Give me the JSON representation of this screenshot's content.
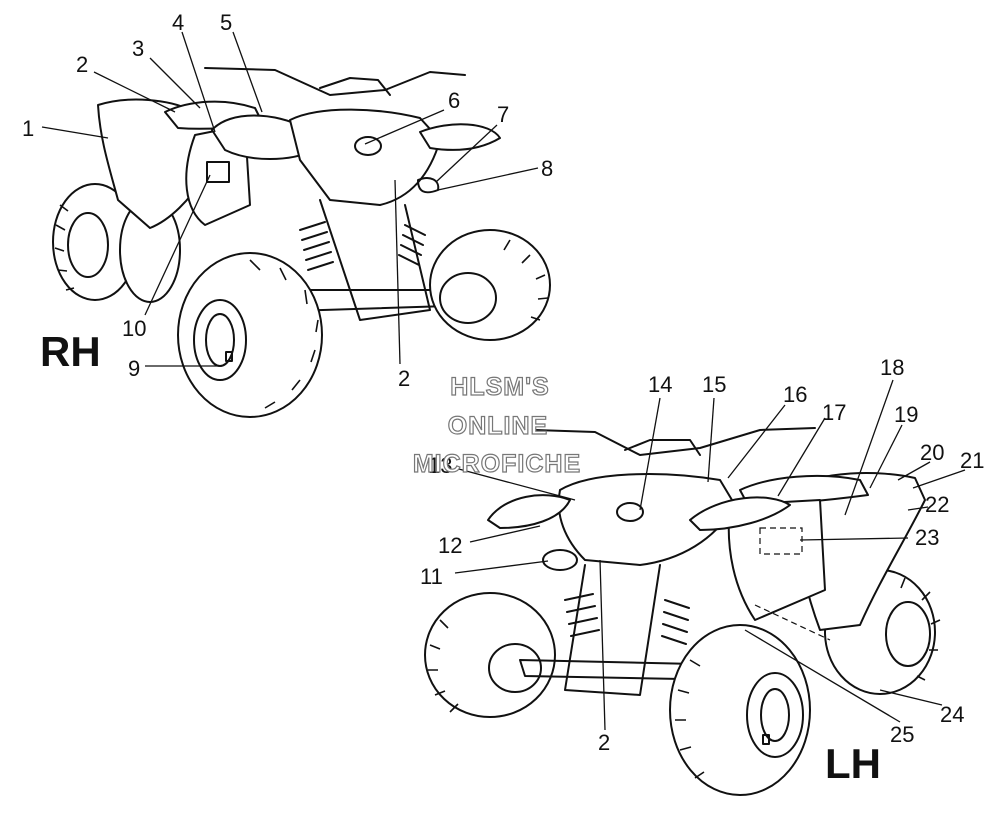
{
  "views": {
    "rh": {
      "label": "RH"
    },
    "lh": {
      "label": "LH"
    }
  },
  "callouts": {
    "c1": "1",
    "c2": "2",
    "c3": "3",
    "c4": "4",
    "c5": "5",
    "c6": "6",
    "c7": "7",
    "c8": "8",
    "c9": "9",
    "c10": "10",
    "c2b": "2",
    "c2c": "2",
    "c11": "11",
    "c12": "12",
    "c13": "13",
    "c14": "14",
    "c15": "15",
    "c16": "16",
    "c17": "17",
    "c18": "18",
    "c19": "19",
    "c20": "20",
    "c21": "21",
    "c22": "22",
    "c23": "23",
    "c24": "24",
    "c25": "25"
  },
  "watermark": {
    "line1": "HLSM'S",
    "line2": "ONLINE",
    "line3": "MICROFICHE"
  },
  "colors": {
    "ink": "#111111",
    "paper": "#ffffff",
    "watermark": "#777777"
  }
}
